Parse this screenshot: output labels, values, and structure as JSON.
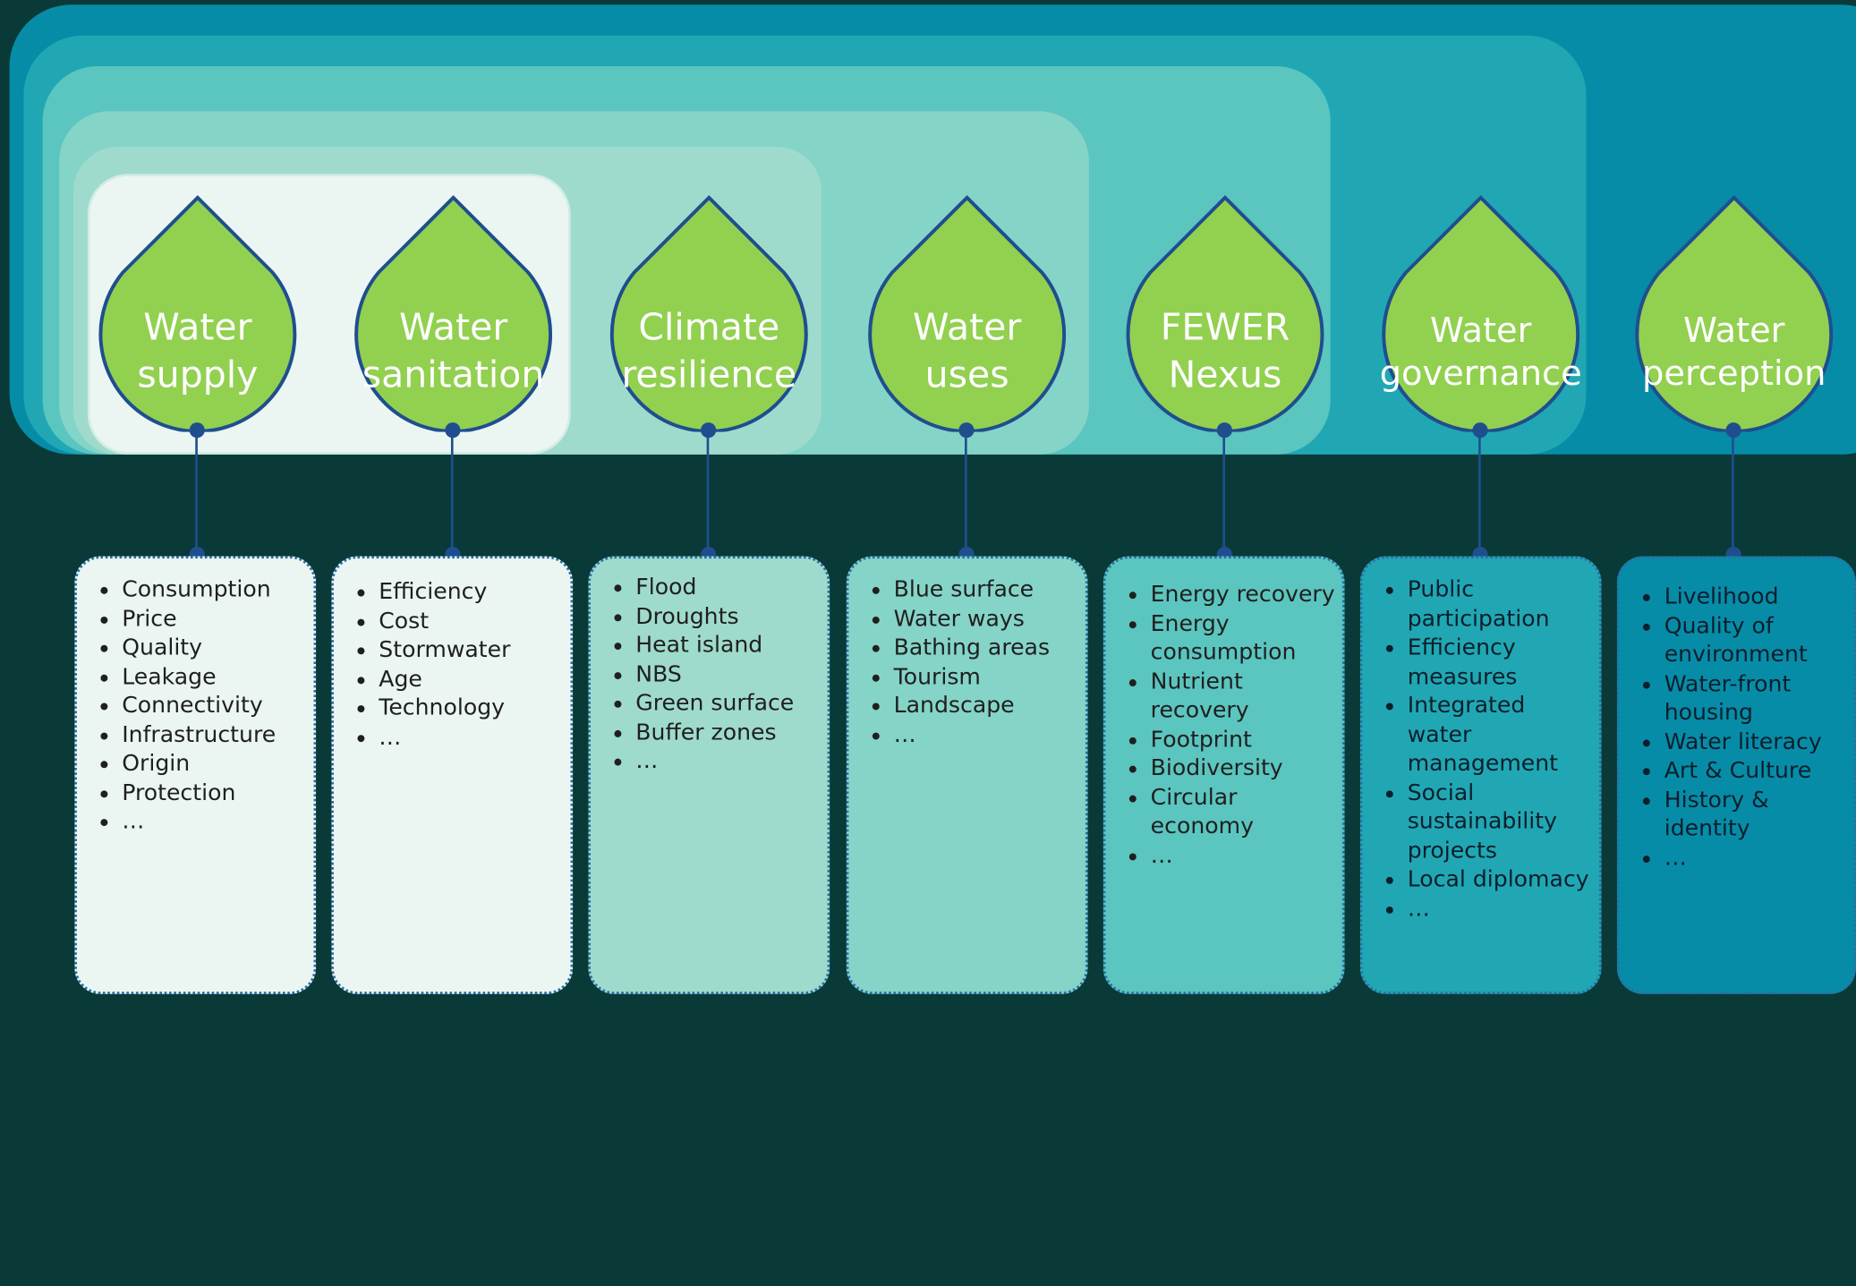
{
  "colors": {
    "background": "#093a37",
    "drop_fill": "#92d050",
    "drop_stroke": "#1f4e8f",
    "connector": "#1f4e8f",
    "layers": [
      "#078ca8",
      "#21a7b4",
      "#5bc5bf",
      "#85d4c8",
      "#9fdbcc",
      "#ebf6f3"
    ]
  },
  "themes": [
    {
      "id": "water-supply",
      "title_lines": [
        "Water",
        "supply"
      ],
      "items": [
        "Consumption",
        "Price",
        "Quality",
        "Leakage",
        "Connectivity",
        "Infrastructure",
        "Origin",
        "Protection",
        "…"
      ]
    },
    {
      "id": "water-sanitation",
      "title_lines": [
        "Water",
        "sanitation"
      ],
      "items": [
        "Efficiency",
        "Cost",
        "Stormwater",
        "Age",
        "Technology",
        "…"
      ]
    },
    {
      "id": "climate-resilience",
      "title_lines": [
        "Climate",
        "resilience"
      ],
      "items": [
        "Flood",
        "Droughts",
        "Heat island",
        "NBS",
        "Green surface",
        "Buffer zones",
        "…"
      ]
    },
    {
      "id": "water-uses",
      "title_lines": [
        "Water",
        "uses"
      ],
      "items": [
        "Blue surface",
        "Water ways",
        "Bathing areas",
        "Tourism",
        "Landscape",
        "…"
      ]
    },
    {
      "id": "fewer-nexus",
      "title_lines": [
        "FEWER",
        "Nexus"
      ],
      "items": [
        "Energy recovery",
        "Energy consumption",
        "Nutrient recovery",
        "Footprint",
        "Biodiversity",
        "Circular economy",
        "…"
      ]
    },
    {
      "id": "water-governance",
      "title_lines": [
        "Water",
        "governance"
      ],
      "items": [
        "Public participation",
        "Efficiency measures",
        "Integrated water management",
        "Social sustainability projects",
        "Local diplomacy",
        "…"
      ]
    },
    {
      "id": "water-perception",
      "title_lines": [
        "Water",
        "perception"
      ],
      "items": [
        "Livelihood",
        "Quality of environment",
        "Water-front housing",
        "Water literacy",
        "Art & Culture",
        "History & identity",
        "…"
      ]
    }
  ]
}
